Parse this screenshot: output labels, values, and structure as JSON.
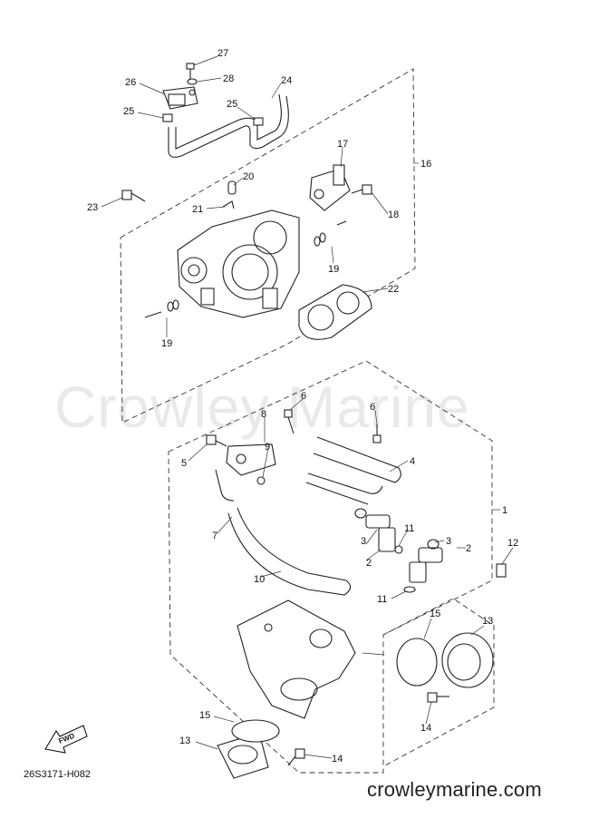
{
  "watermark": "Crowley Marine",
  "drawing_code": "26S3171-H082",
  "site_url": "crowleymarine.com",
  "fwd_label": "FWD",
  "callouts": [
    {
      "id": "c27",
      "label": "27"
    },
    {
      "id": "c28",
      "label": "28"
    },
    {
      "id": "c26",
      "label": "26"
    },
    {
      "id": "c24",
      "label": "24"
    },
    {
      "id": "c25a",
      "label": "25"
    },
    {
      "id": "c25b",
      "label": "25"
    },
    {
      "id": "c17",
      "label": "17"
    },
    {
      "id": "c16",
      "label": "16"
    },
    {
      "id": "c20",
      "label": "20"
    },
    {
      "id": "c23",
      "label": "23"
    },
    {
      "id": "c21",
      "label": "21"
    },
    {
      "id": "c18",
      "label": "18"
    },
    {
      "id": "c19a",
      "label": "19"
    },
    {
      "id": "c22",
      "label": "22"
    },
    {
      "id": "c19b",
      "label": "19"
    },
    {
      "id": "c6a",
      "label": "6"
    },
    {
      "id": "c6b",
      "label": "6"
    },
    {
      "id": "c8",
      "label": "8"
    },
    {
      "id": "c9",
      "label": "9"
    },
    {
      "id": "c5",
      "label": "5"
    },
    {
      "id": "c4",
      "label": "4"
    },
    {
      "id": "c1",
      "label": "1"
    },
    {
      "id": "c7",
      "label": "7"
    },
    {
      "id": "c11a",
      "label": "11"
    },
    {
      "id": "c3a",
      "label": "3"
    },
    {
      "id": "c3b",
      "label": "3"
    },
    {
      "id": "c2a",
      "label": "2"
    },
    {
      "id": "c2b",
      "label": "2"
    },
    {
      "id": "c12",
      "label": "12"
    },
    {
      "id": "c10",
      "label": "10"
    },
    {
      "id": "c11b",
      "label": "11"
    },
    {
      "id": "c15a",
      "label": "15"
    },
    {
      "id": "c13a",
      "label": "13"
    },
    {
      "id": "c14a",
      "label": "14"
    },
    {
      "id": "c15b",
      "label": "15"
    },
    {
      "id": "c13b",
      "label": "13"
    },
    {
      "id": "c14b",
      "label": "14"
    }
  ]
}
